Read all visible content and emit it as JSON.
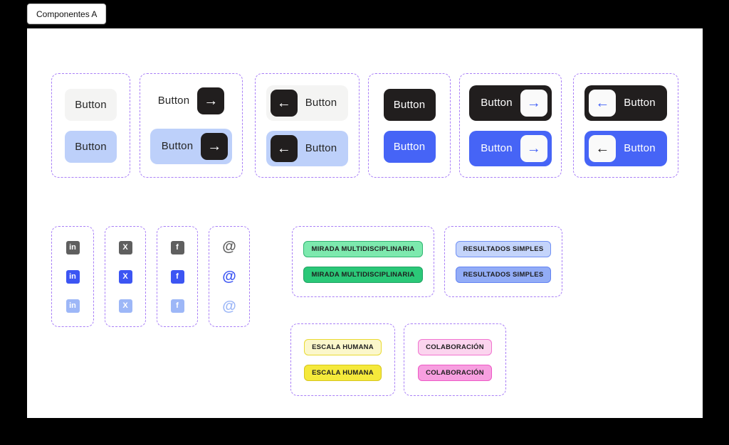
{
  "tab": {
    "label": "Componentes A"
  },
  "buttons": {
    "label": "Button"
  },
  "icons": {
    "arrow_right": "→",
    "arrow_left": "←"
  },
  "social": {
    "linkedin_glyph": "in",
    "x_glyph": "X",
    "facebook_glyph": "f",
    "at_glyph": "@"
  },
  "tags": {
    "mirada": "MIRADA MULTIDISCIPLINARIA",
    "resultados": "RESULTADOS SIMPLES",
    "escala": "ESCALA HUMANA",
    "colaboracion": "COLABORACIÓN"
  },
  "colors": {
    "accent_blue": "#4664f6",
    "dark": "#211e1e",
    "light_blue": "#bdd0fa",
    "light_gray": "#f4f4f3",
    "frame_dashed_purple": "#a97ff7",
    "green": "#2bc878",
    "green_light": "#7de9ae",
    "periwinkle": "#92acf6",
    "periwinkle_light": "#c4d4fb",
    "yellow": "#f5e93b",
    "yellow_light": "#fbf7cb",
    "pink": "#f79fe0",
    "pink_light": "#fbd4ee",
    "social_gray": "#5f5f5f",
    "social_blue": "#3c55f3",
    "social_light_blue": "#9db7f7"
  }
}
